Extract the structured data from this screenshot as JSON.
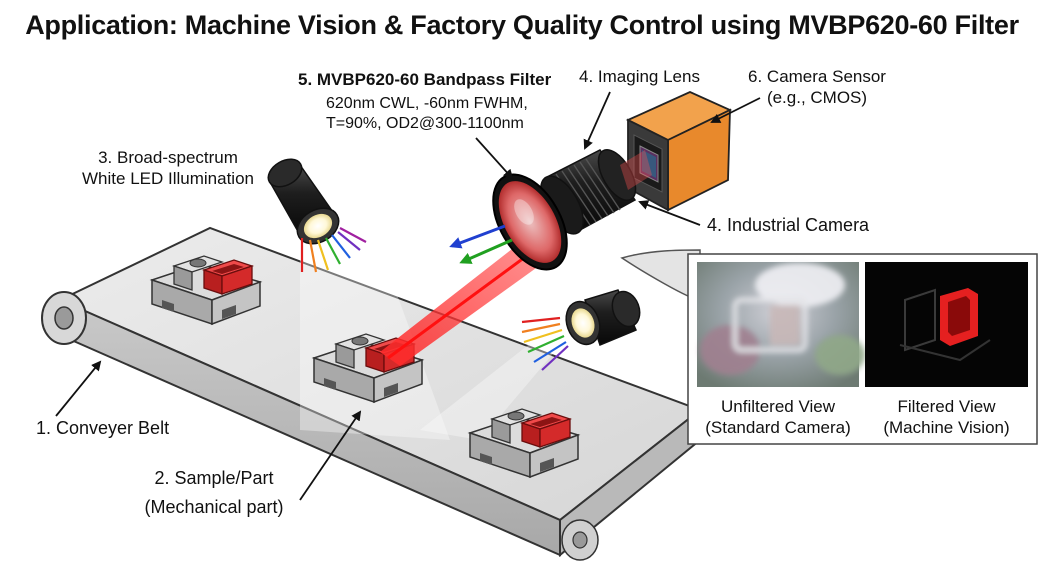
{
  "title": "Application: Machine Vision & Factory Quality Control using MVBP620-60 Filter",
  "labels": {
    "filter_title": "5. MVBP620-60 Bandpass Filter",
    "filter_spec_1": "620nm CWL, -60nm FWHM,",
    "filter_spec_2": "T=90%, OD2@300-1100nm",
    "imaging_lens": "4. Imaging Lens",
    "camera_sensor_1": "6. Camera Sensor",
    "camera_sensor_2": "(e.g., CMOS)",
    "led_1": "3. Broad-spectrum",
    "led_2": "White LED Illumination",
    "industrial_camera": "4. Industrial Camera",
    "conveyor": "1. Conveyer Belt",
    "sample_1": "2. Sample/Part",
    "sample_2": "(Mechanical part)"
  },
  "inset": {
    "unfiltered_1": "Unfiltered View",
    "unfiltered_2": "(Standard Camera)",
    "filtered_1": "Filtered View",
    "filtered_2": "(Machine Vision)"
  },
  "colors": {
    "accent_red": "#e02020",
    "camera_orange": "#e8892c",
    "part_red": "#d42a2a"
  }
}
